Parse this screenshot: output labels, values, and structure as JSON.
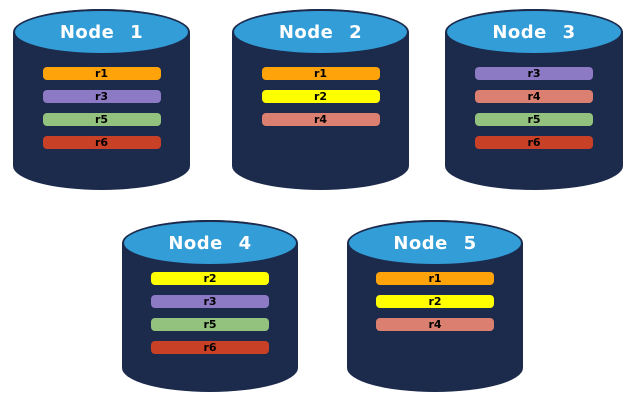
{
  "diagram": {
    "description": "Five database nodes with replicated partitions r1-r6"
  },
  "palette": {
    "cylinder_body": "#1C2A4C",
    "cylinder_cap": "#339DD8",
    "cap_border": "#1C2A4C",
    "title_text": "#FFFFFF",
    "bar_text": "#000000",
    "r1": "#FFA30B",
    "r2": "#FFFF00",
    "r3": "#8C7BC4",
    "r4": "#DB8070",
    "r5": "#93C27E",
    "r6": "#C84127"
  },
  "nodes": [
    {
      "label": "Node 1",
      "replicas": [
        {
          "label": "r1",
          "color": "#FFA30B"
        },
        {
          "label": "r3",
          "color": "#8C7BC4"
        },
        {
          "label": "r5",
          "color": "#93C27E"
        },
        {
          "label": "r6",
          "color": "#C84127"
        }
      ]
    },
    {
      "label": "Node 2",
      "replicas": [
        {
          "label": "r1",
          "color": "#FFA30B"
        },
        {
          "label": "r2",
          "color": "#FFFF00"
        },
        {
          "label": "r4",
          "color": "#DB8070"
        }
      ]
    },
    {
      "label": "Node 3",
      "replicas": [
        {
          "label": "r3",
          "color": "#8C7BC4"
        },
        {
          "label": "r4",
          "color": "#DB8070"
        },
        {
          "label": "r5",
          "color": "#93C27E"
        },
        {
          "label": "r6",
          "color": "#C84127"
        }
      ]
    },
    {
      "label": "Node 4",
      "replicas": [
        {
          "label": "r2",
          "color": "#FFFF00"
        },
        {
          "label": "r3",
          "color": "#8C7BC4"
        },
        {
          "label": "r5",
          "color": "#93C27E"
        },
        {
          "label": "r6",
          "color": "#C84127"
        }
      ]
    },
    {
      "label": "Node 5",
      "replicas": [
        {
          "label": "r1",
          "color": "#FFA30B"
        },
        {
          "label": "r2",
          "color": "#FFFF00"
        },
        {
          "label": "r4",
          "color": "#DB8070"
        }
      ]
    }
  ]
}
